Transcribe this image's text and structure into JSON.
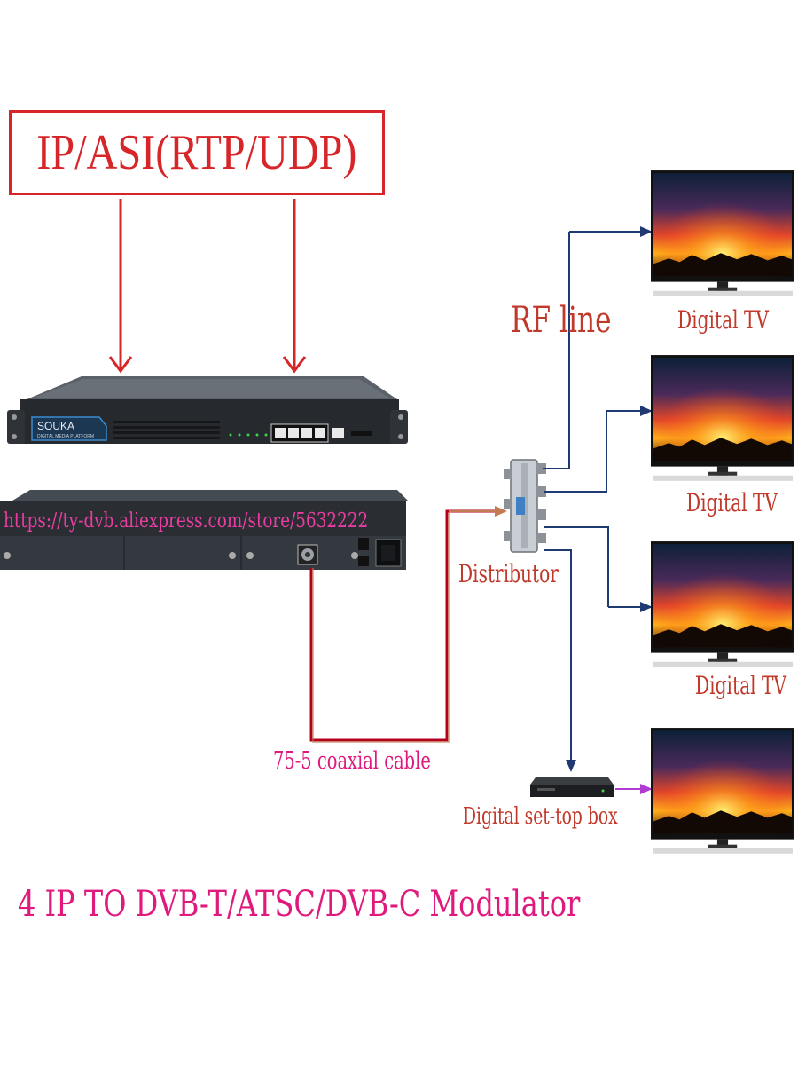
{
  "header": {
    "title": "IP/ASI(RTP/UDP)"
  },
  "device": {
    "brand": "SOUKA",
    "subtitle": "DIGITAL MEDIA PLATFORM"
  },
  "watermark": {
    "url": "https://ty-dvb.aliexpress.com/store/5632222"
  },
  "labels": {
    "rf_line": "RF line",
    "distributor": "Distributor",
    "coax": "75-5 coaxial cable",
    "set_top_box": "Digital set-top box",
    "bottom_title": "4 IP TO DVB-T/ATSC/DVB-C Modulator"
  },
  "tvs": [
    {
      "label": "Digital TV"
    },
    {
      "label": "Digital TV"
    },
    {
      "label": "Digital TV"
    }
  ],
  "colors": {
    "title_red": "#d7262a",
    "arrow_red": "#d7262a",
    "line_blue": "#1f3a73",
    "coax_red": "#b3001e",
    "coax_tan": "#c27b52",
    "label_red": "#c0392b",
    "magenta": "#e0197d",
    "arrow_purple": "#b23bd4"
  },
  "icons": [
    "arrow-icon",
    "tv-icon",
    "set-top-box-icon",
    "distributor-icon",
    "rack-device-icon",
    "power-socket-icon",
    "ethernet-port-icon"
  ]
}
